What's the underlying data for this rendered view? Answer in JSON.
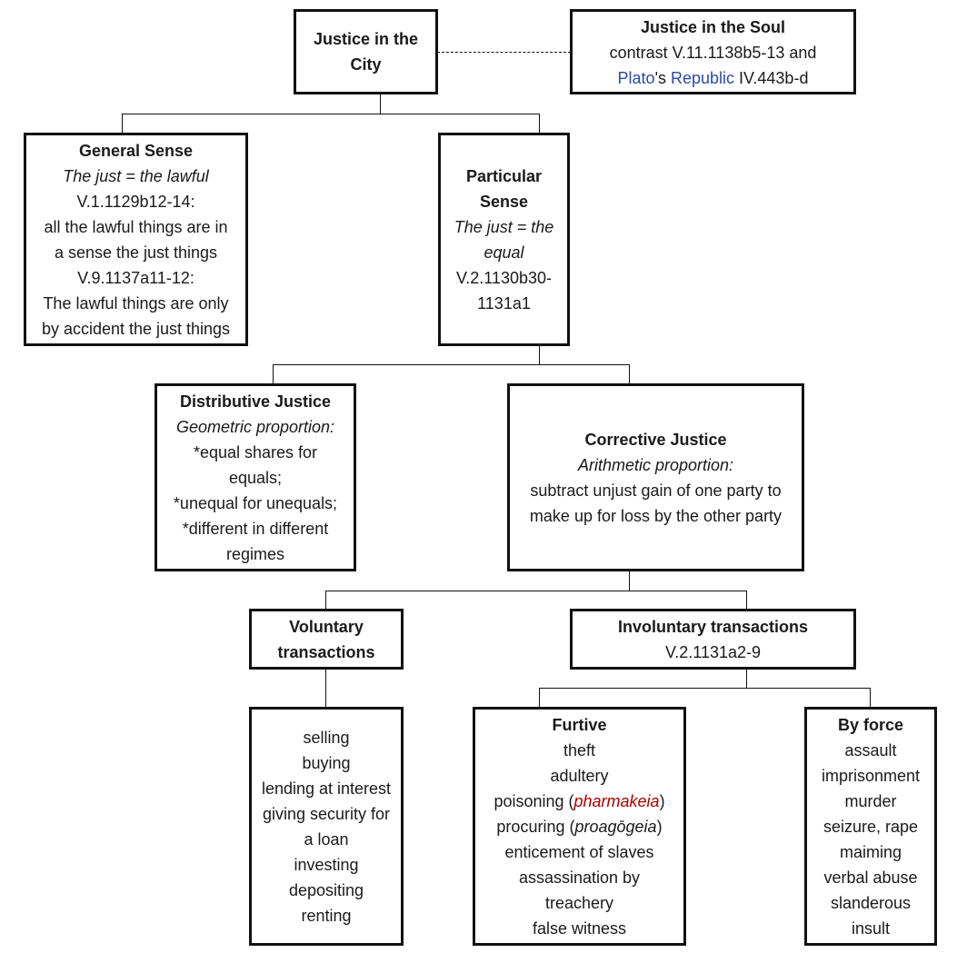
{
  "city": {
    "title": "Justice in the City"
  },
  "soul": {
    "title": "Justice in the Soul",
    "line1": "contrast V.11.1138b5-13 and",
    "plato": "Plato",
    "apos": "'s ",
    "republic": "Republic",
    "ref": " IV.443b-d"
  },
  "general": {
    "title": "General Sense",
    "subtitle": "The just = the lawful",
    "lines": [
      "V.1.1129b12-14:",
      "all the lawful things are in",
      "a sense the just things",
      "V.9.1137a11-12:",
      "The lawful things are only",
      "by accident the just things"
    ]
  },
  "particular": {
    "title_lines": [
      "Particular",
      "Sense"
    ],
    "subtitle_lines": [
      "The just = the",
      "equal"
    ],
    "ref_lines": [
      "V.2.1130b30-",
      "1131a1"
    ]
  },
  "distributive": {
    "title": "Distributive Justice",
    "subtitle": "Geometric proportion:",
    "lines": [
      "*equal shares for",
      "equals;",
      "*unequal for unequals;",
      "*different in different",
      "regimes"
    ]
  },
  "corrective": {
    "title": "Corrective Justice",
    "subtitle": "Arithmetic proportion:",
    "lines": [
      "subtract unjust gain of one party to",
      "make up for loss by the other party"
    ]
  },
  "voluntary": {
    "title_lines": [
      "Voluntary",
      "transactions"
    ],
    "items": [
      "selling",
      "buying",
      "lending at interest",
      "giving security for",
      "a loan",
      "investing",
      "depositing",
      "renting"
    ]
  },
  "involuntary": {
    "title": "Involuntary transactions",
    "ref": "V.2.1131a2-9"
  },
  "furtive": {
    "title": "Furtive",
    "items": [
      "theft",
      "adultery"
    ],
    "poison_pre": "poisoning (",
    "poison_term": "pharmakeia",
    "poison_post": ")",
    "procure_pre": "procuring (",
    "procure_term": "proagōgeia",
    "procure_post": ")",
    "items2": [
      "enticement of slaves",
      "assassination by",
      "treachery",
      "false witness"
    ]
  },
  "force": {
    "title": "By force",
    "items": [
      "assault",
      "imprisonment",
      "murder",
      "seizure, rape",
      "maiming",
      "verbal abuse",
      "slanderous",
      "insult"
    ]
  }
}
